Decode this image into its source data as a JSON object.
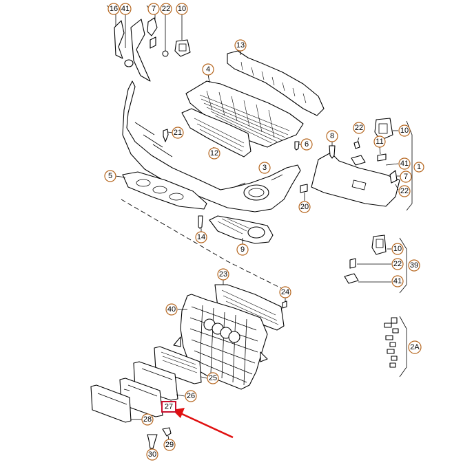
{
  "colors": {
    "callout_ring": "#b5651d",
    "highlight_box": "#c8102e",
    "arrow": "#e01010",
    "line": "#000000",
    "background": "#ffffff"
  },
  "callouts": {
    "c16": "16",
    "c41a": "41",
    "c7a": "7",
    "c22a": "22",
    "c10a": "10",
    "c13": "13",
    "c4": "4",
    "c21": "21",
    "c5": "5",
    "c12": "12",
    "c3": "3",
    "c6": "6",
    "c8": "8",
    "c22b": "22",
    "c11": "11",
    "c10b": "10",
    "c41b": "41",
    "c1": "1",
    "c7b": "7",
    "c22c": "22",
    "c20": "20",
    "c14": "14",
    "c9": "9",
    "c10c": "10",
    "c22d": "22",
    "c39": "39",
    "c41c": "41",
    "c23": "23",
    "c24": "24",
    "c40": "40",
    "c2a": "2A",
    "c25": "25",
    "c26": "26",
    "c27": "27",
    "c28": "28",
    "c29": "29",
    "c30": "30"
  },
  "highlighted_part": "27",
  "icons": [
    "red-pointer-arrow"
  ]
}
